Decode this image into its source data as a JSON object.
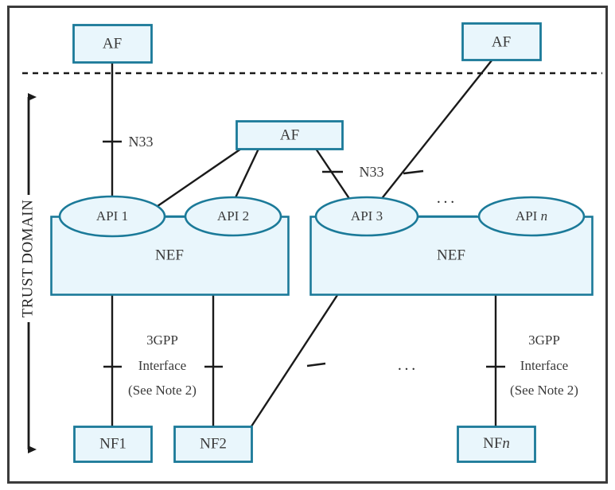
{
  "figure": {
    "title": "3GPP Network Exposure Function trust domain diagram",
    "colors": {
      "box_fill": "#e9f6fc",
      "box_stroke": "#1b7a99",
      "line": "#1a1a1a",
      "frame": "#3b3b3b",
      "text": "#3a3a3a"
    }
  },
  "trust_domain": {
    "label": "TRUST DOMAIN"
  },
  "nodes": {
    "af_left": {
      "label": "AF"
    },
    "af_middle": {
      "label": "AF"
    },
    "af_right": {
      "label": "AF"
    },
    "nef_left": {
      "label": "NEF"
    },
    "nef_right": {
      "label": "NEF"
    },
    "api1": {
      "label": "API 1"
    },
    "api2": {
      "label": "API 2"
    },
    "api3": {
      "label": "API 3"
    },
    "apin": {
      "label_prefix": "API ",
      "label_italic": "n"
    },
    "nf1": {
      "label": "NF1"
    },
    "nf2": {
      "label": "NF2"
    },
    "nfn": {
      "label_prefix": "NF",
      "label_italic": "n"
    }
  },
  "edge_labels": {
    "n33_left": "N33",
    "n33_right": "N33",
    "iface_left": {
      "line1": "3GPP",
      "line2": "Interface",
      "line3": "(See Note 2)"
    },
    "iface_right": {
      "line1": "3GPP",
      "line2": "Interface",
      "line3": "(See Note 2)"
    }
  },
  "ellipses_marks": {
    "api_gap": "···",
    "nf_gap": "···"
  }
}
